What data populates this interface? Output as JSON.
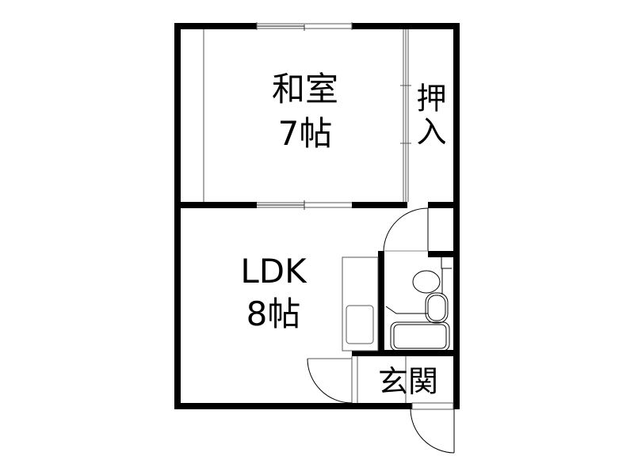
{
  "floor_plan": {
    "rooms": [
      {
        "id": "washitsu",
        "name": "和室",
        "size": "7帖"
      },
      {
        "id": "oshiire",
        "name": "押入"
      },
      {
        "id": "ldk",
        "name": "LDK",
        "size": "8帖"
      },
      {
        "id": "genkan",
        "name": "玄関"
      }
    ],
    "fixtures": [
      "kitchen-sink",
      "toilet",
      "washbasin",
      "bathtub"
    ],
    "colors": {
      "wall": "#000000",
      "line": "#333333",
      "window": "#888888",
      "background": "#ffffff"
    }
  }
}
